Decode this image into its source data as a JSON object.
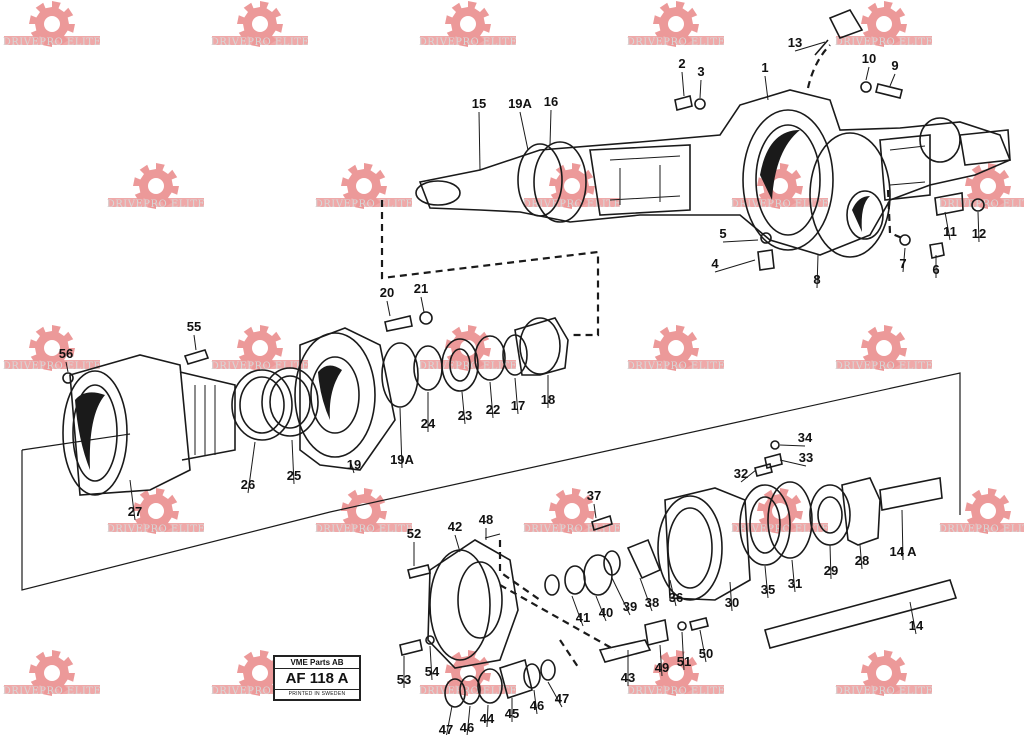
{
  "watermark": {
    "text": "DRIVEPRO ELITE",
    "color": "#e57373"
  },
  "stamp": {
    "company": "VME Parts AB",
    "code": "AF 118 A",
    "printed": "PRINTED IN SWEDEN"
  },
  "part_labels": [
    "1",
    "2",
    "3",
    "4",
    "5",
    "6",
    "7",
    "8",
    "9",
    "10",
    "11",
    "12",
    "13",
    "14",
    "14 A",
    "15",
    "16",
    "17",
    "18",
    "19",
    "19A",
    "20",
    "21",
    "22",
    "23",
    "24",
    "25",
    "26",
    "27",
    "28",
    "29",
    "30",
    "31",
    "32",
    "33",
    "34",
    "35",
    "36",
    "37",
    "38",
    "39",
    "40",
    "41",
    "42",
    "43",
    "44",
    "45",
    "46",
    "47",
    "48",
    "49",
    "50",
    "51",
    "52",
    "53",
    "54",
    "55",
    "56"
  ]
}
